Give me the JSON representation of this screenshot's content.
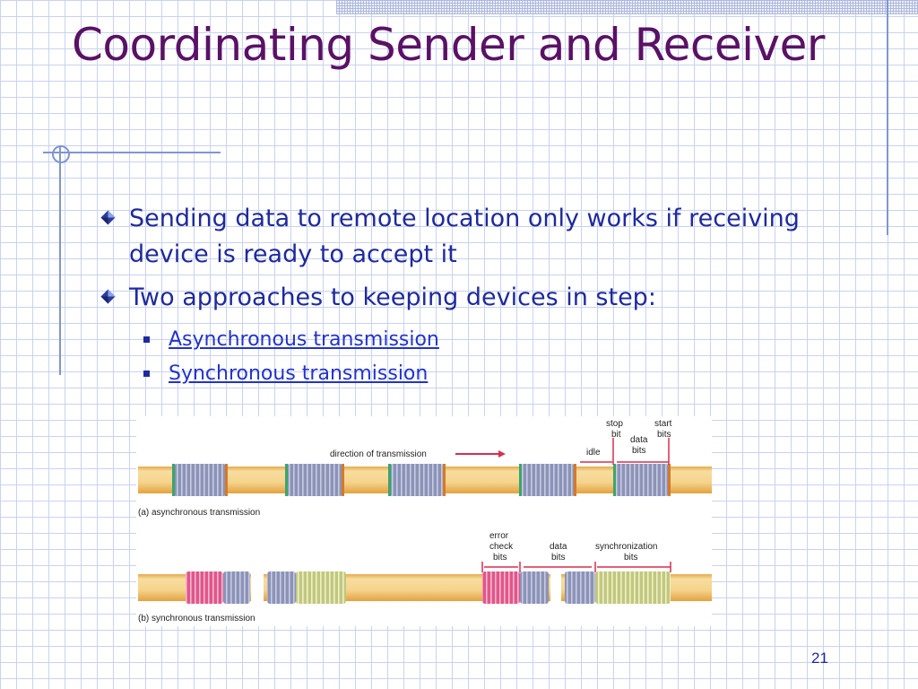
{
  "slide": {
    "title": "Coordinating Sender and Receiver",
    "page_number": "21"
  },
  "bullets": [
    {
      "text": "Sending data to remote location only works if receiving device is ready to accept it"
    },
    {
      "text": "Two approaches to keeping devices in step:"
    }
  ],
  "sub_bullets": [
    {
      "text": "Asynchronous transmission"
    },
    {
      "text": "Synchronous transmission"
    }
  ],
  "figure": {
    "async": {
      "direction_label": "direction of transmission",
      "caption": "(a)  asynchronous transmission",
      "stop_bit_label": "stop\nbit",
      "start_bits_label": "start\nbits",
      "data_bits_label": "data\nbits",
      "idle_label": "idle"
    },
    "sync": {
      "caption": "(b)  synchronous transmission",
      "error_check_label": "error\ncheck\nbits",
      "data_bits_label": "data\nbits",
      "sync_bits_label": "synchronization\nbits"
    }
  },
  "colors": {
    "title": "#5a1166",
    "body_text": "#1e2a9e",
    "link": "#2233cc",
    "grid": "#c9d3ef",
    "pipe": "#f5d38c",
    "pipe_edge": "#e6a94a",
    "coil_gray": "#8c93b7",
    "coil_yellow": "#cfd39a",
    "coil_pink": "#e66c9a",
    "arrow": "#d72e4f"
  }
}
